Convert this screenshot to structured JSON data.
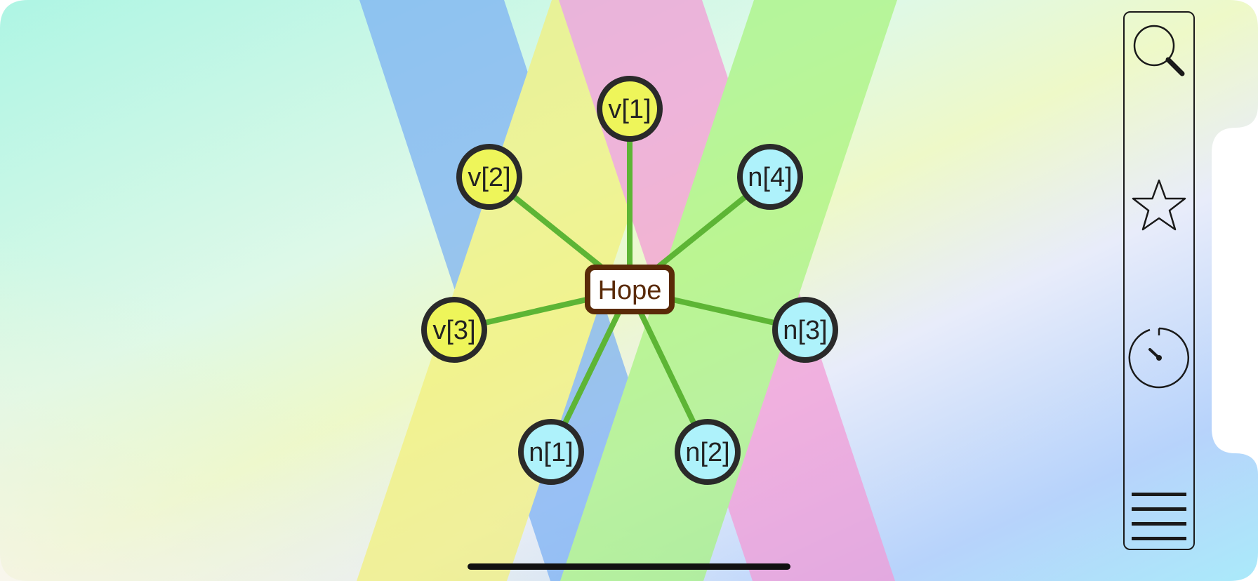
{
  "graph": {
    "center": {
      "label": "Hope"
    },
    "nodes": [
      {
        "label": "v[1]",
        "kind": "verb"
      },
      {
        "label": "v[2]",
        "kind": "verb"
      },
      {
        "label": "v[3]",
        "kind": "verb"
      },
      {
        "label": "n[4]",
        "kind": "noun"
      },
      {
        "label": "n[3]",
        "kind": "noun"
      },
      {
        "label": "n[1]",
        "kind": "noun"
      },
      {
        "label": "n[2]",
        "kind": "noun"
      }
    ]
  },
  "colors": {
    "verb_fill": "#eef55a",
    "noun_fill": "#aef2fb",
    "node_border": "#2a2a2a",
    "edge": "#5db535",
    "center_border": "#5a2a08",
    "center_fill": "#ffffff"
  },
  "toolbar": {
    "items": [
      {
        "icon": "search-icon"
      },
      {
        "icon": "star-icon"
      },
      {
        "icon": "timer-icon"
      },
      {
        "icon": "menu-icon"
      }
    ]
  }
}
